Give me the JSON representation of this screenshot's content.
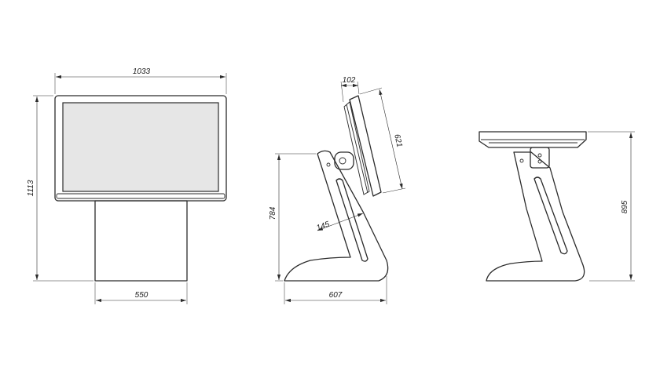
{
  "dimensions": {
    "front_width": "1033",
    "front_height": "1113",
    "base_width": "550",
    "side_panel_depth": "102",
    "side_panel_height": "621",
    "side_stand_height": "784",
    "side_column_width": "145",
    "side_base_depth": "607",
    "rear_height": "895"
  }
}
